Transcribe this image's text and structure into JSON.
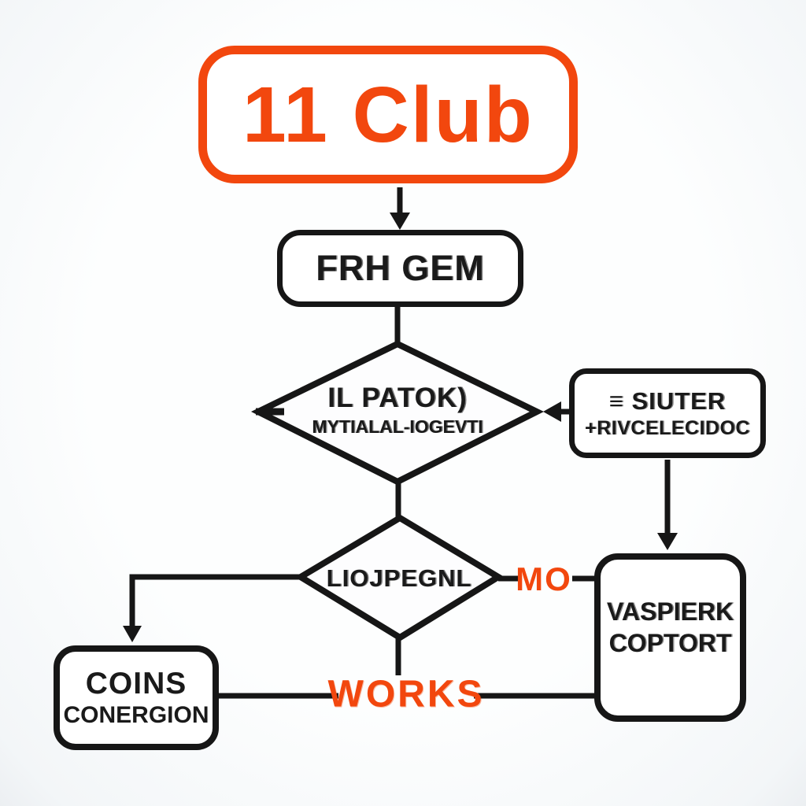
{
  "colors": {
    "accent_orange": "#F2470E",
    "line_black": "#161616",
    "node_fill": "#FFFFFF",
    "background": "#F7F9FB"
  },
  "diagram": {
    "title_node": {
      "label": "11 Club"
    },
    "nodes": {
      "process_top": {
        "label": "FRH GEM"
      },
      "decision_1": {
        "line1": "IL PATOK)",
        "line2": "MYTIALAL-IOGEVTI"
      },
      "side_input": {
        "line1": "≡ SIUTER",
        "line2": "+RIVCELECIDOC"
      },
      "decision_2": {
        "label": "LIOJPEGNL"
      },
      "terminal_left": {
        "line1": "COINS",
        "line2": "CONERGION"
      },
      "terminal_right": {
        "line1": "VASPIERK",
        "line2": "COPTORT"
      }
    },
    "edge_labels": {
      "decision_2_no": "MO",
      "bottom_link": "WORKS"
    }
  }
}
